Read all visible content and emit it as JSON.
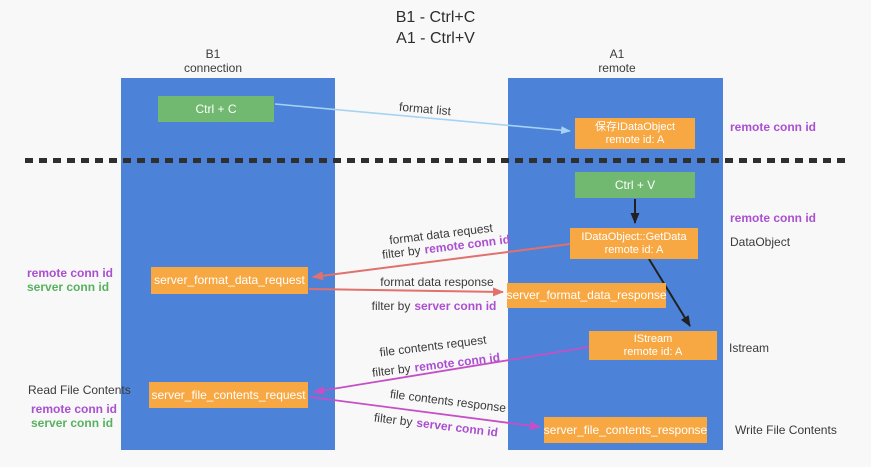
{
  "title": {
    "line1": "B1 - Ctrl+C",
    "line2": "A1 - Ctrl+V"
  },
  "lanes": {
    "left": {
      "name": "B1",
      "subtitle": "connection"
    },
    "right": {
      "name": "A1",
      "subtitle": "remote"
    }
  },
  "nodes": {
    "ctrl_c": {
      "label": "Ctrl + C"
    },
    "ctrl_v": {
      "label": "Ctrl + V"
    },
    "save_idataobject": {
      "line1": "保存IDataObject",
      "line2": "remote id: A"
    },
    "getdata": {
      "line1": "IDataObject::GetData",
      "line2": "remote id: A"
    },
    "istream": {
      "line1": "IStream",
      "line2": "remote id: A"
    },
    "format_request": {
      "label": "server_format_data_request"
    },
    "format_response": {
      "label": "server_format_data_response"
    },
    "file_request": {
      "label": "server_file_contents_request"
    },
    "file_response": {
      "label": "server_file_contents_response"
    }
  },
  "messages": {
    "format_list": "format list",
    "format_data_request": "format data request",
    "format_data_response": "format data response",
    "file_contents_request": "file contents request",
    "file_contents_response": "file contents response",
    "filter_by": "filter by",
    "remote_conn_id": "remote conn id",
    "server_conn_id": "server conn id"
  },
  "annotations": {
    "remote_conn_id": "remote conn id",
    "server_conn_id": "server conn id",
    "dataobject": "DataObject",
    "istream": "Istream",
    "read_file_contents": "Read File Contents",
    "write_file_contents": "Write File Contents"
  },
  "colors": {
    "lane_blue": "#4d82d9",
    "node_orange": "#f7a843",
    "node_green": "#71b871",
    "arrow_red": "#e0716b",
    "arrow_magenta": "#c64fc6",
    "arrow_lightblue": "#a5d3f3",
    "arrow_black": "#212121",
    "text_purple": "#ab4fd1",
    "text_green": "#57b25f"
  }
}
